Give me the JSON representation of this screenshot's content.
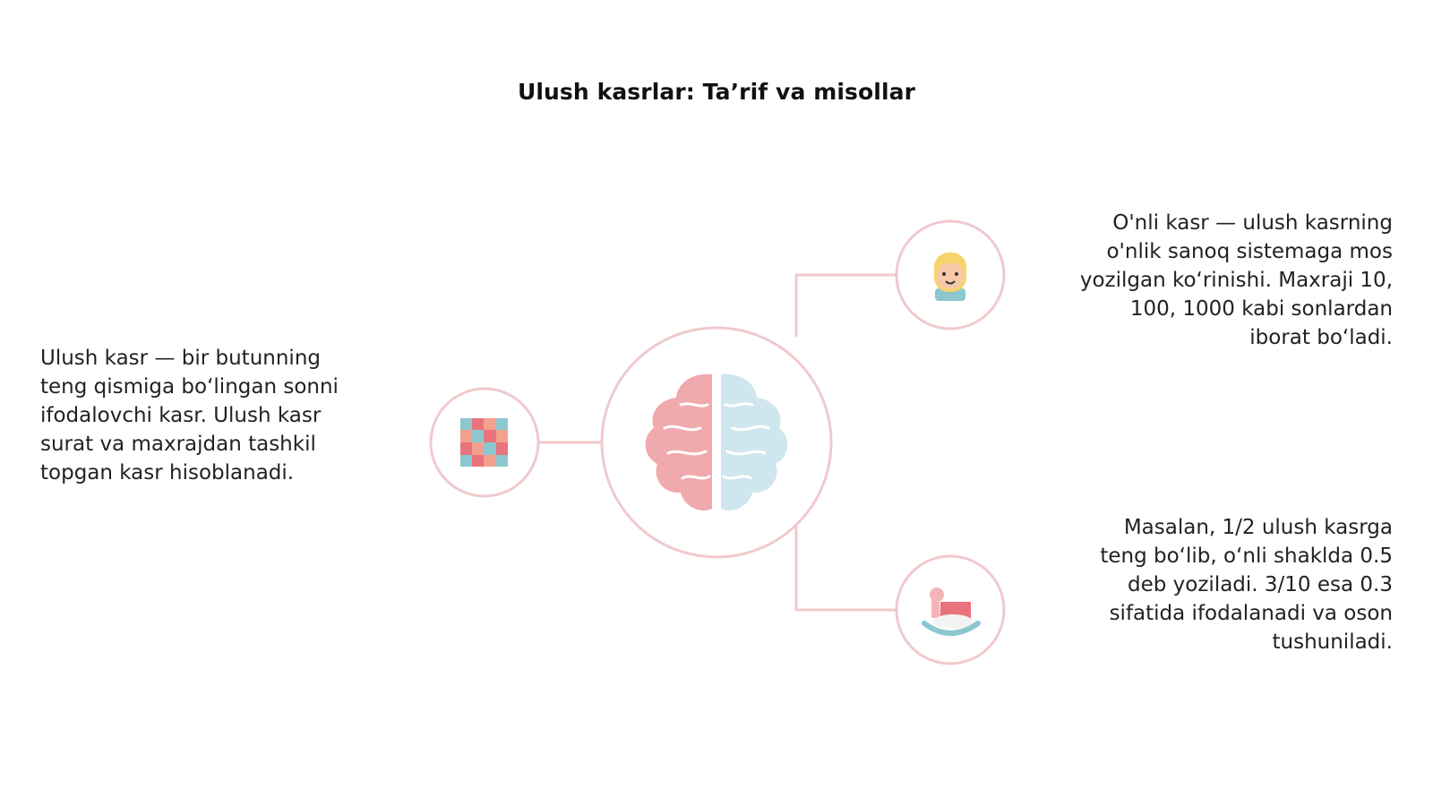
{
  "title": "Ulush kasrlar: Ta’rif va misollar",
  "left": {
    "lines": [
      "Ulush kasr — bir butunning",
      "teng qismiga bo‘lingan sonni",
      "ifodalovchi kasr. Ulush kasr",
      "surat va maxrajdan tashkil",
      "topgan kasr hisoblanadi."
    ],
    "icon": "puzzle-icon"
  },
  "right_top": {
    "lines": [
      "O'nli kasr — ulush kasrning",
      "o'nlik sanoq sistemaga mos",
      "yozilgan ko‘rinishi. Maxraji 10,",
      "100, 1000 kabi sonlardan",
      "iborat bo‘ladi."
    ],
    "icon": "child-face-icon"
  },
  "right_bottom": {
    "lines": [
      "Masalan, 1/2 ulush kasrga",
      "teng bo‘lib, o‘nli shaklda 0.5",
      "deb yoziladi. 3/10 esa 0.3",
      "sifatida ifodalanadi va oson",
      "tushuniladi."
    ],
    "icon": "rocking-horse-icon"
  },
  "center": {
    "icon": "brain-icon"
  },
  "colors": {
    "line": "#f1c9cc",
    "pink": "#f0a9ad",
    "blue": "#cfe6ee",
    "yellow": "#f5d56b"
  }
}
